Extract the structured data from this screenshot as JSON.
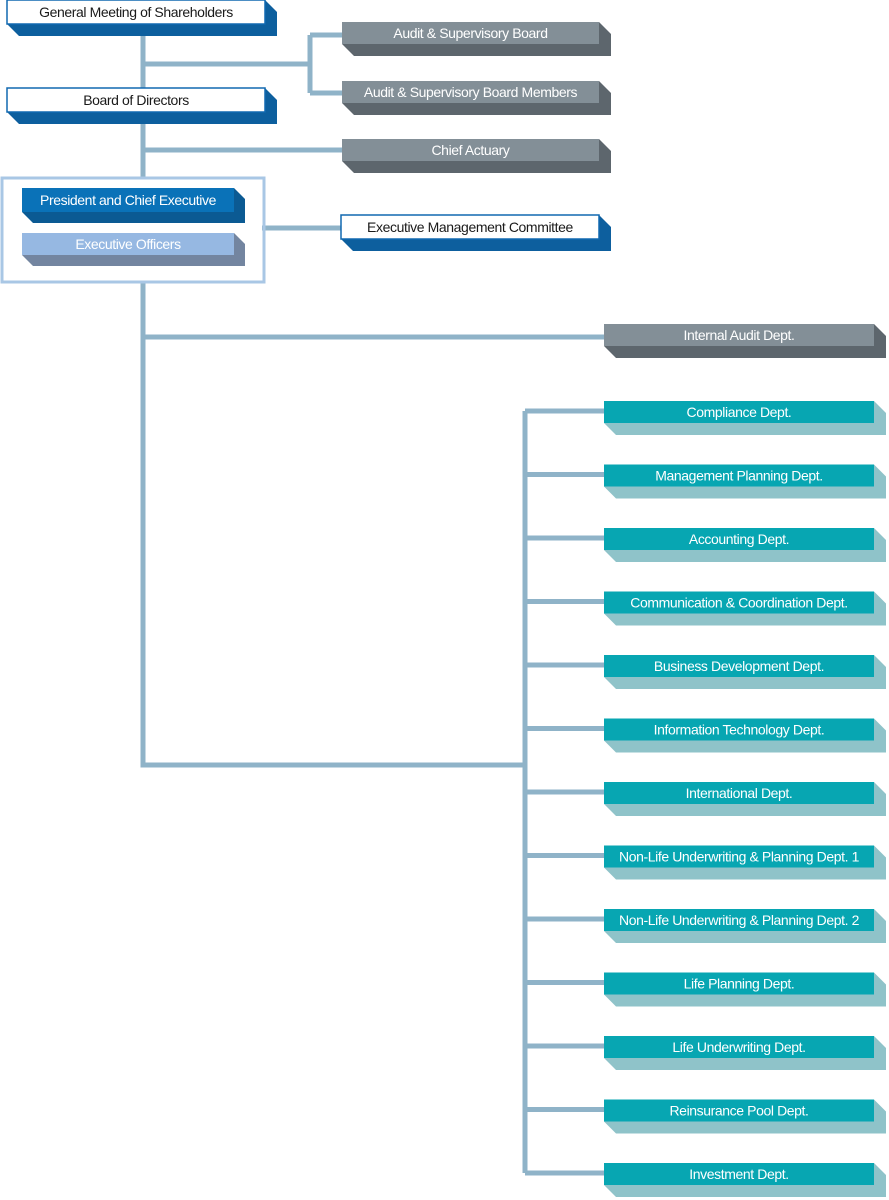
{
  "colors": {
    "connector": "#8fb3c8",
    "white_box_border": "#1068b0",
    "white_box_shadow": "#0d5f9e",
    "blue_fill": "#0a72b8",
    "blue_shadow": "#0b5a93",
    "light_blue_fill": "#96b8e2",
    "light_blue_shadow": "#7385a0",
    "gray_fill": "#838f97",
    "gray_shadow": "#5d666d",
    "teal_fill": "#07a6b2",
    "teal_shadow": "#8fc3c9",
    "group_border": "#a9c7e5"
  },
  "nodes": {
    "shareholders": "General Meeting of Shareholders",
    "audit_board": "Audit & Supervisory Board",
    "audit_members": "Audit & Supervisory Board Members",
    "board": "Board of Directors",
    "chief_actuary": "Chief Actuary",
    "president": "President and Chief Executive",
    "exec_officers": "Executive Officers",
    "exec_committee": "Executive Management Committee",
    "internal_audit": "Internal Audit Dept."
  },
  "departments": [
    "Compliance Dept.",
    "Management Planning Dept.",
    "Accounting Dept.",
    "Communication & Coordination Dept.",
    "Business Development Dept.",
    "Information Technology Dept.",
    "International Dept.",
    "Non-Life Underwriting & Planning Dept. 1",
    "Non-Life Underwriting & Planning Dept. 2",
    "Life Planning Dept.",
    "Life Underwriting Dept.",
    "Reinsurance Pool Dept.",
    "Investment Dept."
  ]
}
